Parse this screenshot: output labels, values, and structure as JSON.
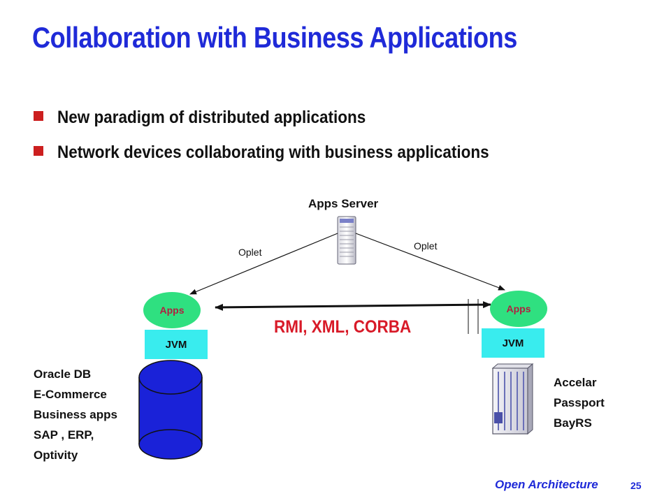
{
  "title": "Collaboration with Business Applications",
  "bullets": [
    "New paradigm of distributed applications",
    "Network devices collaborating with business applications"
  ],
  "diagram": {
    "server_label": "Apps Server",
    "oplet_left": "Oplet",
    "oplet_right": "Oplet",
    "apps_left": "Apps",
    "apps_right": "Apps",
    "jvm_left": "JVM",
    "jvm_right": "JVM",
    "protocols": "RMI, XML, CORBA",
    "left_stack": [
      "Oracle DB",
      "E-Commerce",
      "Business apps",
      "SAP , ERP,",
      "Optivity"
    ],
    "right_stack": [
      "Accelar",
      "Passport",
      "BayRS"
    ]
  },
  "footer": {
    "brand": "Open Architecture",
    "page": "25"
  },
  "colors": {
    "title": "#1f2ad8",
    "bullet_mark": "#cc1f1f",
    "apps_fill": "#2fe080",
    "apps_text": "#b02040",
    "jvm_fill": "#39ecee",
    "protocols": "#d81a28",
    "database": "#1a22d8"
  }
}
